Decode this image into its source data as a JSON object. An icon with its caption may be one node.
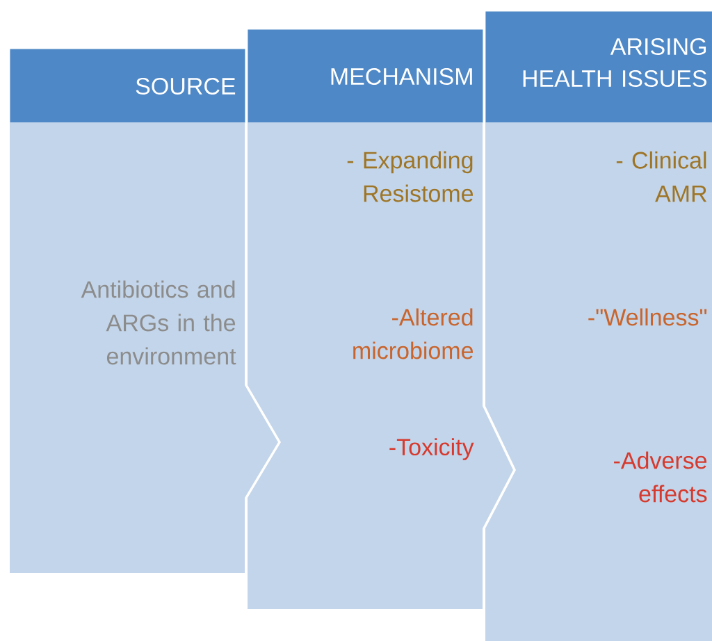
{
  "diagram": {
    "nodes": [
      {
        "text": [
          "SOURCE"
        ]
      },
      {
        "text": [
          "Antibiotics and ARGs in the environment"
        ]
      },
      {
        "text": [
          "MECHANISM"
        ]
      },
      {
        "text": [
          "- Expanding Resistome",
          "-Altered microbiome",
          "-Toxicity"
        ]
      },
      {
        "text": [
          "ARISING HEALTH ISSUES"
        ]
      },
      {
        "text": [
          "- Clinical AMR",
          "-\"Wellness\"",
          "-Adverse effects"
        ]
      }
    ]
  }
}
